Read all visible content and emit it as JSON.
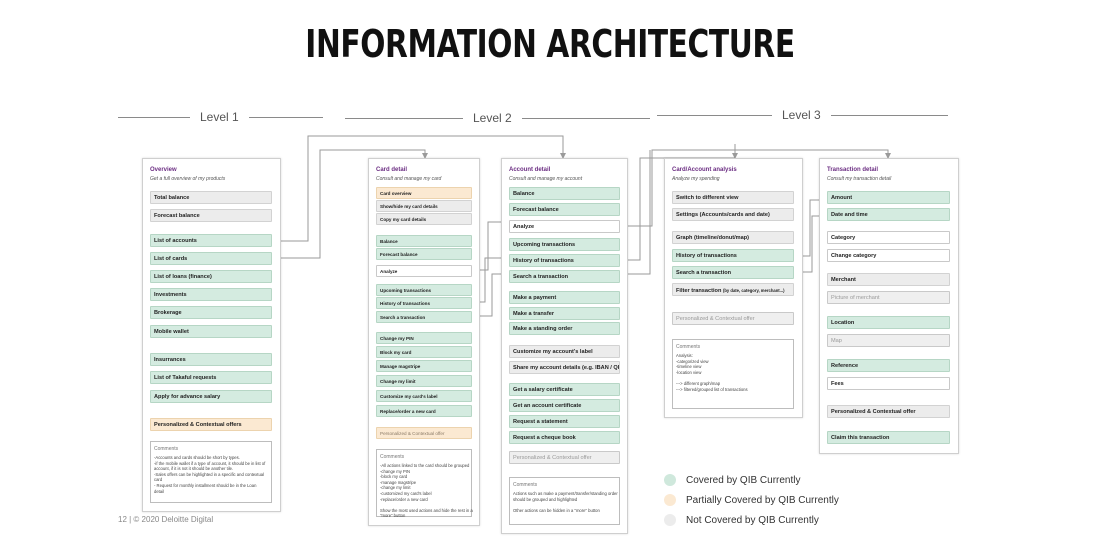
{
  "page_title": "INFORMATION ARCHITECTURE",
  "levels": [
    "Level 1",
    "Level 2",
    "Level 3"
  ],
  "footer": "12  |  © 2020 Deloitte Digital",
  "legend": [
    {
      "label": "Covered by QIB Currently",
      "color": "#cfe8dc"
    },
    {
      "label": "Partially Covered by QIB Currently",
      "color": "#fbe9d2"
    },
    {
      "label": "Not Covered by QIB Currently",
      "color": "#ececec"
    }
  ],
  "overview": {
    "title": "Overview",
    "subtitle": "Get a full overview of my products",
    "items": [
      "Total balance",
      "Forecast balance",
      "List of accounts",
      "List of cards",
      "List of loans (finance)",
      "Investments",
      "Brokerage",
      "Mobile wallet",
      "Insurrances",
      "List of Takaful requests",
      "Apply for advance salary",
      "Personalized & Contextual offers"
    ],
    "comments_header": "Comments",
    "comments": [
      "-Accounts and cards should be short by types.",
      "-if the mobile wallet if a type of account, it should be in list of",
      "account, if it is not it should be another tile.",
      "-Sales offers can be highlighted in a specific and contextual",
      "card",
      "- Request for monthly installment should be in the Loan",
      "detail"
    ]
  },
  "card_detail": {
    "title": "Card detail",
    "subtitle": "Consult and manage my card",
    "items": [
      "Card overview",
      "Show/hide my card details",
      "Copy my card details",
      "Balance",
      "Forecast balance",
      "Analyze",
      "Upcoming transactions",
      "History of transactions",
      "Search a transaction",
      "Change my PIN",
      "Block my card",
      "Manage magstripe",
      "Change my limit",
      "Customize my card's label",
      "Replace/order a new card",
      "Personalized & Contextual offer"
    ],
    "comments_header": "Comments",
    "comments": [
      "-All actions linked to the card should be grouped",
      "-change my PIN",
      "-block my card",
      "-manage magstripe",
      "-change my limit",
      "-customized my card's label",
      "-replace/order a new card",
      "",
      "Show the most used actions and hide the rest in a",
      "\"more\" button"
    ]
  },
  "account_detail": {
    "title": "Account detail",
    "subtitle": "Consult and manage my account",
    "items": [
      "Balance",
      "Forecast balance",
      "Analyze",
      "Upcoming transactions",
      "History of transactions",
      "Search a transaction",
      "Make a payment",
      "Make a transfer",
      "Make a standing order",
      "Customize my account's label",
      "Share my account details (e.g. IBAN / QRcode)",
      "Get a salary certificate",
      "Get an account certificate",
      "Request a statement",
      "Request a cheque book",
      "Personalized & Contextual offer"
    ],
    "comments_header": "Comments",
    "comments": [
      "Actions such as make a payment/transfer/standing order",
      "should be grouped and highlighted",
      "",
      "Other actions can be hidden in a \"more\" button"
    ]
  },
  "card_account_analysis": {
    "title": "Card/Account analysis",
    "subtitle": "Analyze my spending",
    "items": [
      "Switch to different view",
      "Settings (Accounts/cards and date)",
      "Graph (timeline/donut/map)",
      "History of transactions",
      "Search a transaction",
      "Filter transaction",
      "Personalized & Contextual offer"
    ],
    "filter_note": "(by date, category, merchant...)",
    "comments_header": "Comments",
    "comments": [
      "Analysis:",
      "-categorized view",
      "-timeline view",
      "-location view",
      "",
      "---> different graph/map",
      "---> filtered/grouped list of transactions"
    ]
  },
  "transaction_detail": {
    "title": "Transaction detail",
    "subtitle": "Consult my transaction detail",
    "items": [
      "Amount",
      "Date and time",
      "Category",
      "Change category",
      "Merchant",
      "Picture of merchant",
      "Location",
      "Map",
      "Reference",
      "Fees",
      "Personalized & Contextual offer",
      "Claim this transaction"
    ]
  }
}
